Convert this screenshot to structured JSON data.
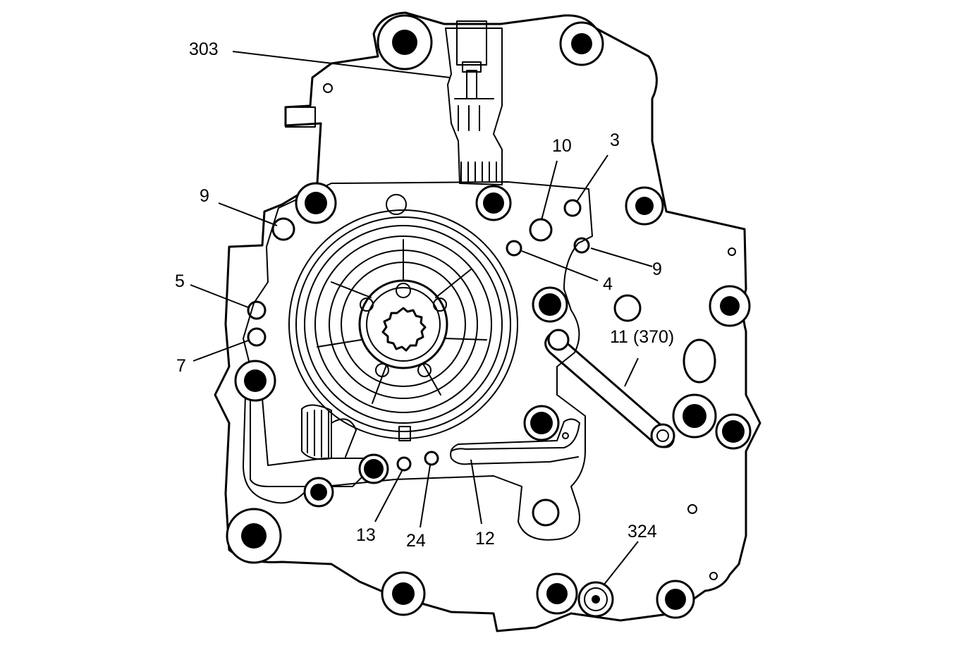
{
  "callouts": {
    "c303": "303",
    "c10": "10",
    "c3": "3",
    "c9_top": "9",
    "c9_right": "9",
    "c4": "4",
    "c5": "5",
    "c7": "7",
    "c11": "11 (370)",
    "c13": "13",
    "c24": "24",
    "c12": "12",
    "c324": "324"
  }
}
